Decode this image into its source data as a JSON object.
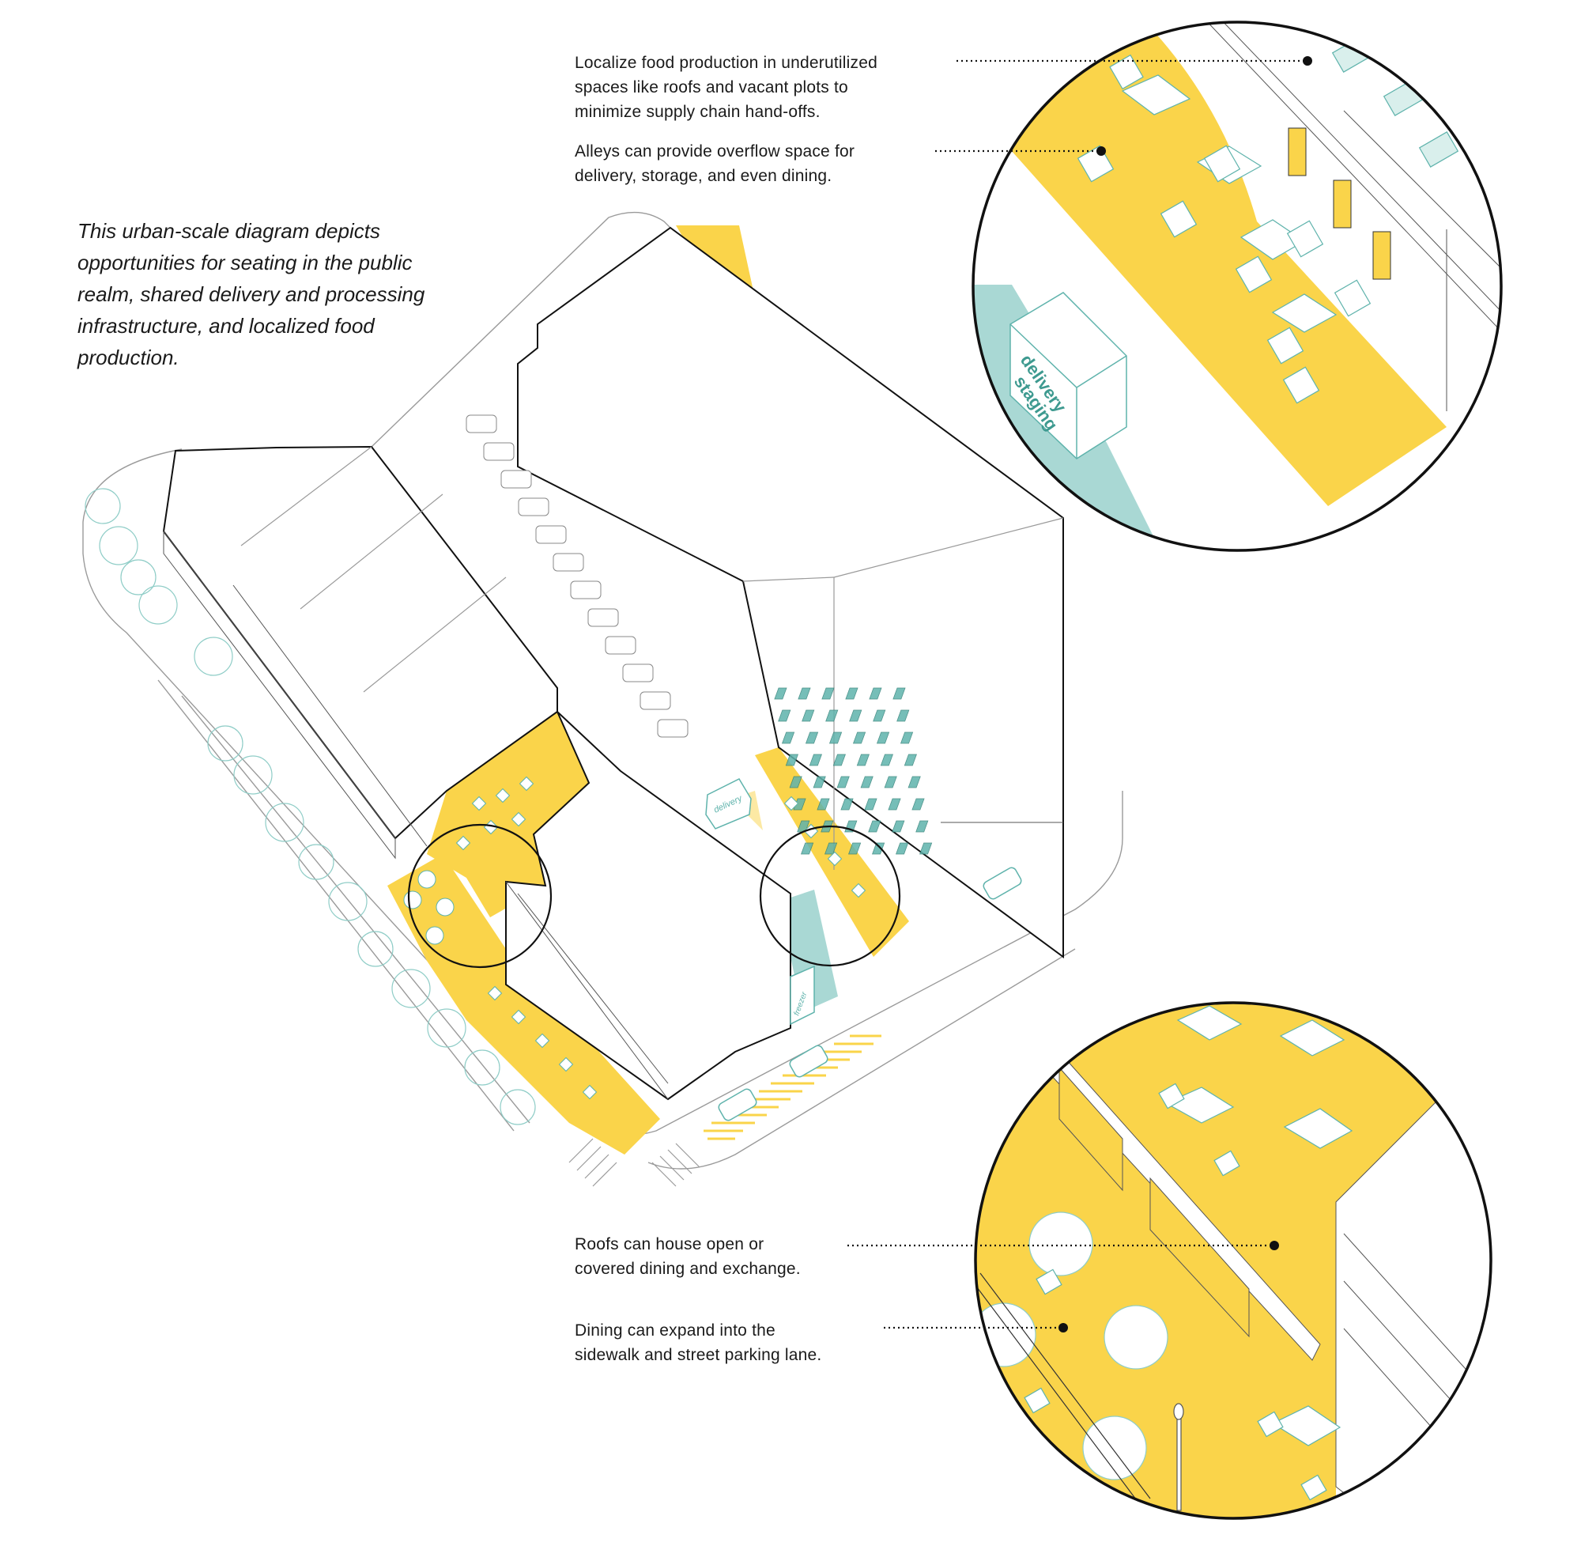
{
  "intro": {
    "lines": [
      "This urban-scale diagram depicts",
      "opportunities for seating in the public",
      "realm, shared delivery and processing",
      "infrastructure, and localized food",
      "production."
    ]
  },
  "callouts": [
    {
      "id": "food-production",
      "lines": [
        "Localize food production in underutilized",
        "spaces like roofs and vacant plots to",
        "minimize supply chain hand-offs."
      ],
      "target": "top-detail-circle"
    },
    {
      "id": "alleys",
      "lines": [
        "Alleys can provide overflow space for",
        "delivery, storage, and even dining."
      ],
      "target": "top-detail-circle"
    },
    {
      "id": "roofs",
      "lines": [
        "Roofs can house open or",
        "covered dining and exchange."
      ],
      "target": "bottom-detail-circle"
    },
    {
      "id": "sidewalk-dining",
      "lines": [
        "Dining can expand into the",
        "sidewalk and street parking lane."
      ],
      "target": "bottom-detail-circle"
    }
  ],
  "labels": {
    "delivery_staging_1": "delivery",
    "delivery_staging_2": "staging",
    "delivery_truck": "delivery",
    "freezer": "freezer"
  },
  "colors": {
    "dining_yellow": "#FAD44A",
    "infrastructure_teal": "#A9D8D4",
    "teal_line": "#5FB3AC",
    "rooftop_farm": "#3E9A90",
    "outline": "#111111",
    "linework": "#9a9a9a"
  }
}
